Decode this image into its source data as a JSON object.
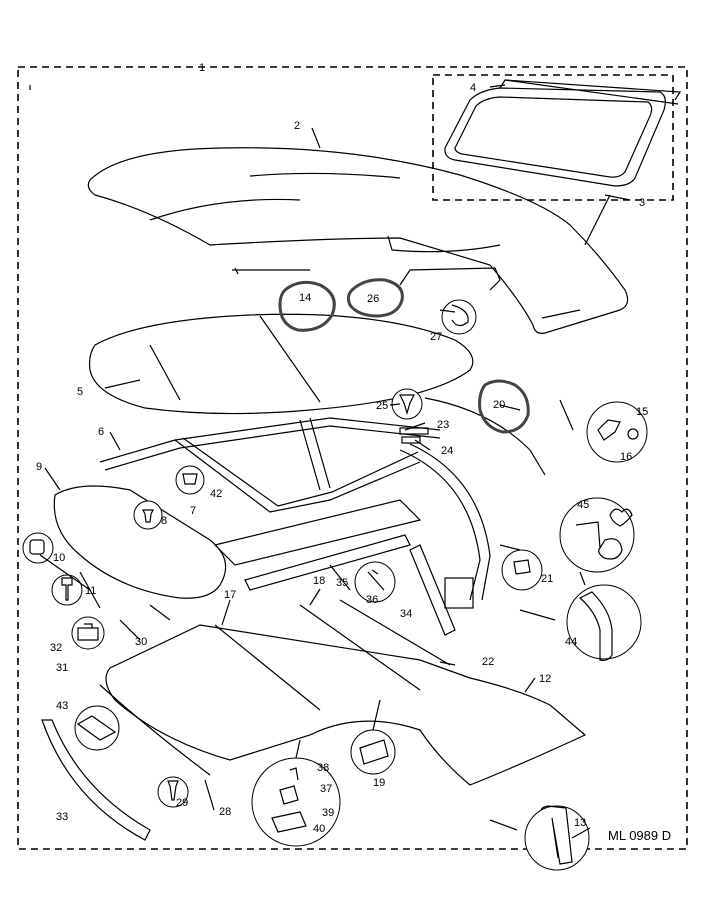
{
  "diagram": {
    "drawing_code": "ML 0989 D",
    "part_numbers": [
      "1",
      "2",
      "3",
      "4",
      "5",
      "6",
      "7",
      "8",
      "9",
      "10",
      "11",
      "12",
      "13",
      "14",
      "15",
      "16",
      "17",
      "18",
      "19",
      "20",
      "21",
      "22",
      "23",
      "24",
      "25",
      "26",
      "27",
      "28",
      "29",
      "30",
      "31",
      "32",
      "33",
      "34",
      "35",
      "36",
      "37",
      "38",
      "39",
      "40",
      "42",
      "43",
      "44",
      "45"
    ],
    "highlighted_parts": [
      "14",
      "26",
      "20"
    ]
  }
}
